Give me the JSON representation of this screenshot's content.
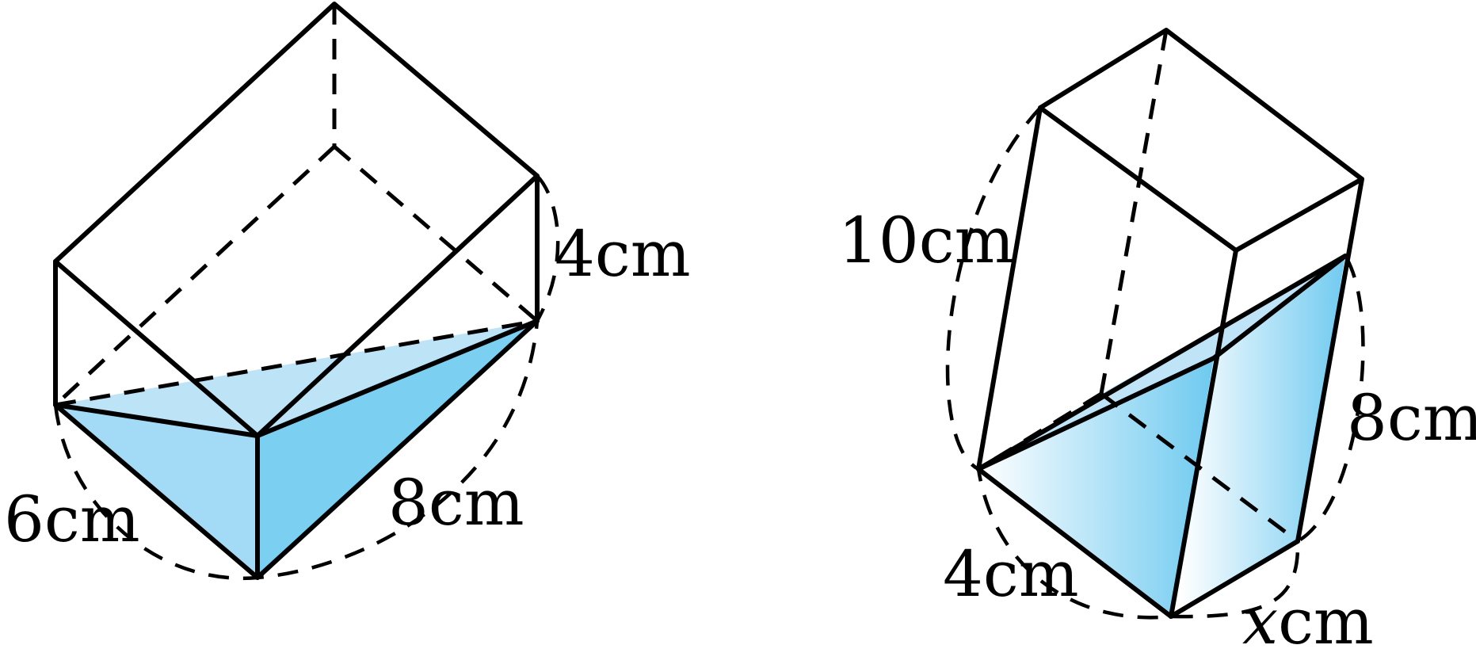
{
  "figure_left": {
    "labels": {
      "height": "4cm",
      "width": "6cm",
      "length": "8cm"
    },
    "colors": {
      "water_light": "#bde3f7",
      "water_mid": "#9fd8f4",
      "water_dark": "#79cff2"
    }
  },
  "figure_right": {
    "labels": {
      "height": "10cm",
      "width": "4cm",
      "water": "8cm",
      "unknown_var": "x",
      "unknown_unit": "cm"
    },
    "colors": {
      "water_edge": "#6fcaf0",
      "water_fade": "#ffffff"
    }
  }
}
